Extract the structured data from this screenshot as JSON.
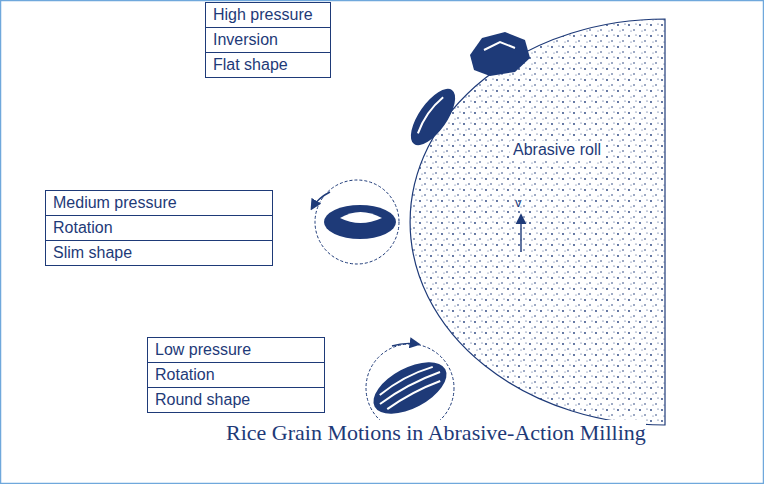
{
  "diagram": {
    "caption": "Rice Grain Motions in Abrasive-Action Milling",
    "nodes": [
      {
        "text": [
          "High pressure",
          "Inversion",
          "Flat shape"
        ]
      },
      {
        "text": [
          "Abrasive roll"
        ]
      },
      {
        "text": [
          "Medium pressure",
          "Rotation",
          "Slim shape"
        ]
      },
      {
        "text": [
          "Low pressure",
          "Rotation",
          "Round shape"
        ]
      }
    ],
    "labels": [
      "v"
    ]
  }
}
